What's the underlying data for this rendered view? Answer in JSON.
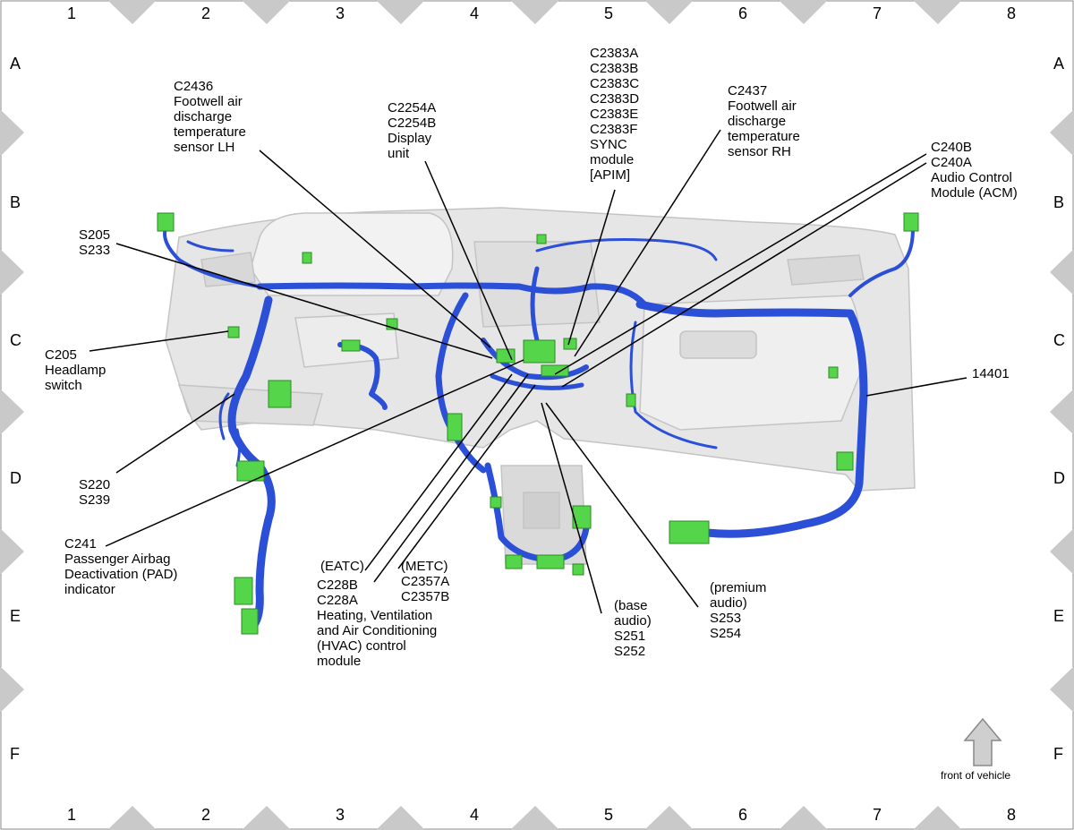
{
  "grid": {
    "columns": [
      "1",
      "2",
      "3",
      "4",
      "5",
      "6",
      "7",
      "8"
    ],
    "rows": [
      "A",
      "B",
      "C",
      "D",
      "E",
      "F"
    ]
  },
  "callouts": {
    "c2436": "C2436\nFootwell air\ndischarge\ntemperature\nsensor LH",
    "c2254": "C2254A\nC2254B\nDisplay\nunit",
    "c2383": "C2383A\nC2383B\nC2383C\nC2383D\nC2383E\nC2383F\nSYNC\nmodule\n[APIM]",
    "c2437": "C2437\nFootwell air\ndischarge\ntemperature\nsensor RH",
    "c240": "C240B\nC240A\nAudio Control\nModule (ACM)",
    "s205": "S205\nS233",
    "c205": "C205\nHeadlamp\nswitch",
    "h14401": "14401",
    "s220": "S220\nS239",
    "c241": "C241\nPassenger Airbag\nDeactivation (PAD)\nindicator",
    "eatc": "(EATC)",
    "metc": "(METC)\nC2357A\nC2357B",
    "c228": "C228B\nC228A\nHeating, Ventilation\nand Air Conditioning\n(HVAC) control\nmodule",
    "base": "(base\naudio)\nS251\nS252",
    "premium": "(premium\naudio)\nS253\nS254",
    "front": "front of vehicle"
  },
  "colors": {
    "harness": "#2b4fd6",
    "harness_dark": "#1a2f9a",
    "connector": "#55d64a",
    "dash": "#e4e4e4",
    "dash_line": "#c8c8c8",
    "border_notch": "#c9c9c9"
  }
}
